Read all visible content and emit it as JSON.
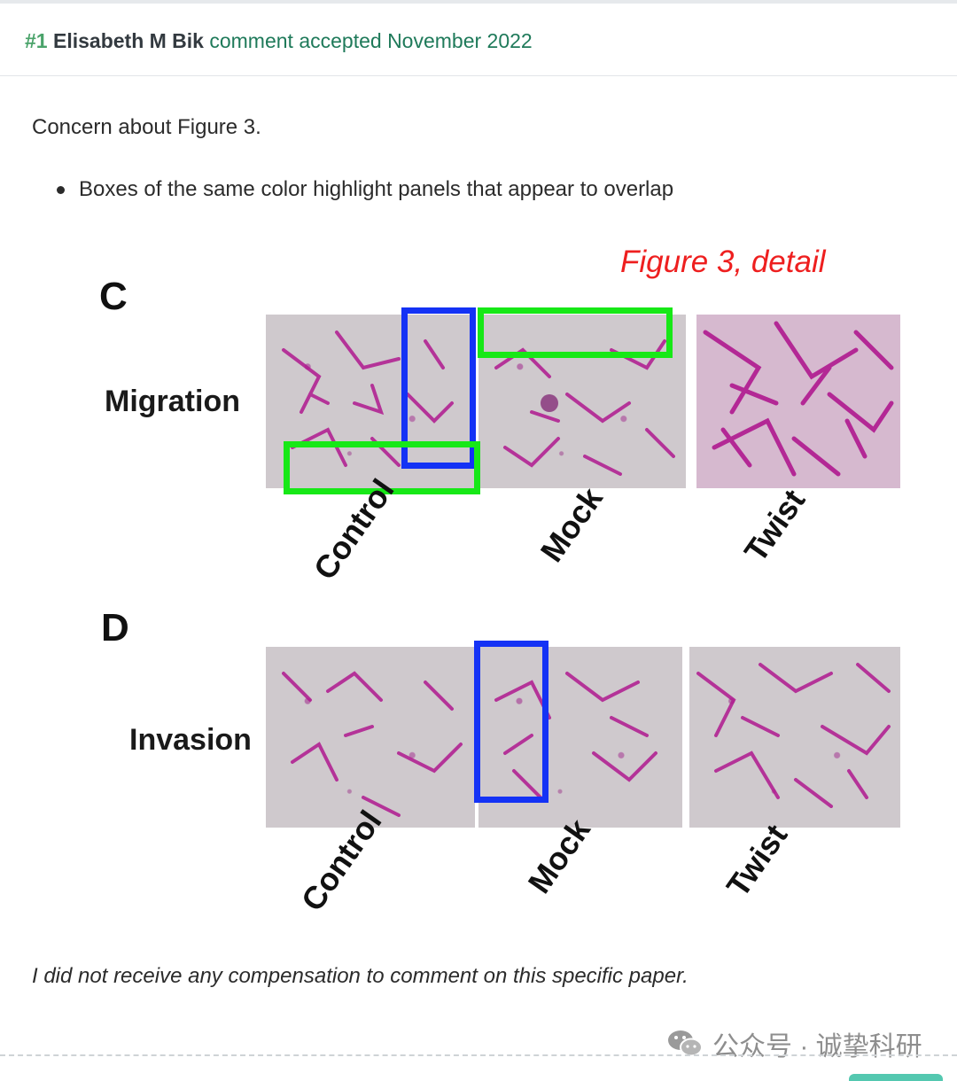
{
  "header": {
    "number": "#1",
    "commenter": "Elisabeth M Bik",
    "status": "comment accepted November 2022"
  },
  "comment": {
    "intro": "Concern about Figure 3.",
    "bullets": [
      "Boxes of the same color highlight panels that appear to overlap"
    ],
    "disclaimer": "I did not receive any compensation to comment on this specific paper."
  },
  "figure": {
    "caption": "Figure 3, detail",
    "panel_c": {
      "letter": "C",
      "row_label": "Migration",
      "columns": [
        "Control",
        "Mock",
        "Twist"
      ]
    },
    "panel_d": {
      "letter": "D",
      "row_label": "Invasion",
      "columns": [
        "Control",
        "Mock",
        "Twist"
      ]
    },
    "colors": {
      "caption": "#ee1f1f",
      "blue_box": "#1432f5",
      "green_box": "#17e817",
      "stain": "#b0198f"
    }
  },
  "watermark": {
    "icon": "wechat-icon",
    "text": "公众号 · 诚挚科研"
  }
}
